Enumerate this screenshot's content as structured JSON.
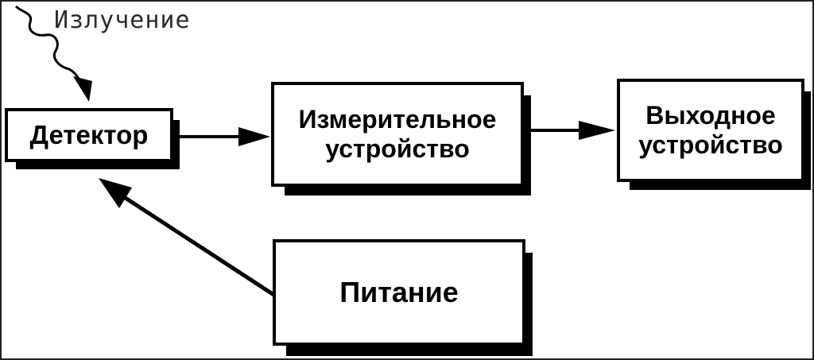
{
  "radiation_label": "Излучение",
  "blocks": {
    "detector": "Детектор",
    "measuring_line1": "Измерительное",
    "measuring_line2": "устройство",
    "output_line1": "Выходное",
    "output_line2": "устройство",
    "power": "Питание"
  },
  "colors": {
    "ink": "#000000",
    "background": "#ffffff"
  }
}
